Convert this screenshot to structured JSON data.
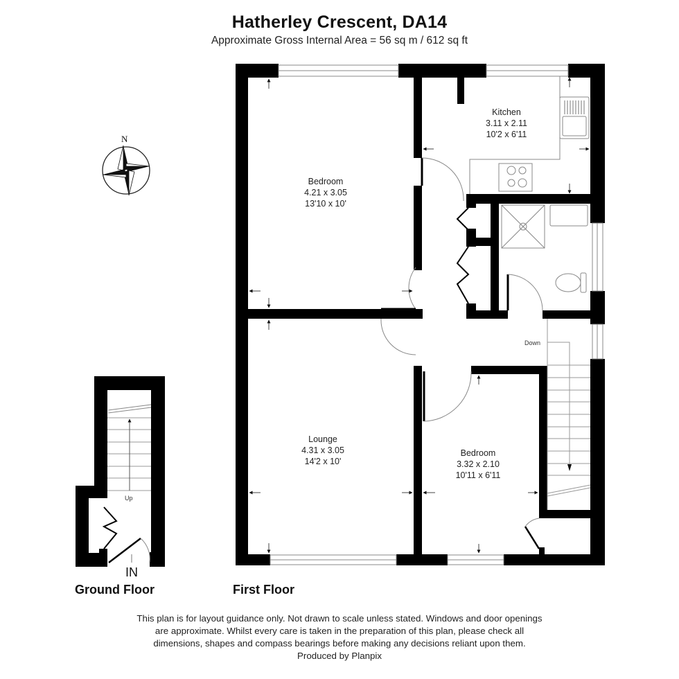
{
  "header": {
    "title": "Hatherley Crescent, DA14",
    "subtitle": "Approximate Gross Internal Area = 56 sq m / 612 sq ft"
  },
  "compass": {
    "icon": "north-compass-rose-icon",
    "label": "N"
  },
  "ground_floor": {
    "label": "Ground Floor",
    "entrance_label": "IN",
    "stairs_label": "Up"
  },
  "first_floor": {
    "label": "First Floor",
    "stairs_label": "Down",
    "rooms": [
      {
        "name": "Bedroom",
        "metric": "4.21 x 3.05",
        "imperial": "13'10 x 10'"
      },
      {
        "name": "Kitchen",
        "metric": "3.11 x 2.11",
        "imperial": "10'2 x 6'11"
      },
      {
        "name": "Lounge",
        "metric": "4.31 x 3.05",
        "imperial": "14'2 x 10'"
      },
      {
        "name": "Bedroom",
        "metric": "3.32 x 2.10",
        "imperial": "10'11 x 6'11"
      }
    ]
  },
  "footer": {
    "lines": [
      "This plan is for layout guidance only. Not drawn to scale unless stated. Windows and door openings",
      "are approximate. Whilst every care is taken in the preparation of this plan, please check all",
      "dimensions, shapes and compass bearings before making any decisions reliant upon them.",
      "Produced by Planpix"
    ]
  },
  "colors": {
    "wall": "#000000",
    "fixture_line": "#888888",
    "background": "#ffffff"
  }
}
